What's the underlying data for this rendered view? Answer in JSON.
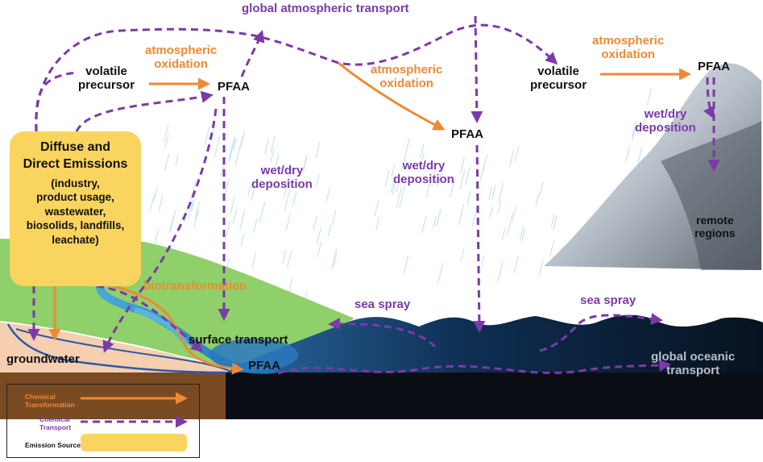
{
  "labels": {
    "global_atmospheric_transport": "global atmospheric transport",
    "atmospheric_oxidation_1": [
      "atmospheric",
      "oxidation"
    ],
    "atmospheric_oxidation_2": [
      "atmospheric",
      "oxidation"
    ],
    "atmospheric_oxidation_3": [
      "atmospheric",
      "oxidation"
    ],
    "volatile_precursor_left": [
      "volatile",
      "precursor"
    ],
    "volatile_precursor_right": [
      "volatile",
      "precursor"
    ],
    "pfaa_upper_left": "PFAA",
    "pfaa_middle": "PFAA",
    "pfaa_upper_right": "PFAA",
    "pfaa_surface": "PFAA",
    "wet_dry_deposition_left": [
      "wet/dry",
      "deposition"
    ],
    "wet_dry_deposition_middle": [
      "wet/dry",
      "deposition"
    ],
    "wet_dry_deposition_right": [
      "wet/dry",
      "deposition"
    ],
    "remote_regions": [
      "remote",
      "regions"
    ],
    "biotransformation": "biotransformation",
    "sea_spray_left": "sea spray",
    "sea_spray_right": "sea spray",
    "surface_transport": "surface transport",
    "groundwater": "groundwater",
    "global_oceanic_transport": [
      "global oceanic",
      "transport"
    ]
  },
  "emission_box": {
    "title": [
      "Diffuse and",
      "Direct Emissions"
    ],
    "detail": [
      "(industry,",
      "product usage,",
      "wastewater,",
      "biosolids, landfills,",
      "leachate)"
    ]
  },
  "legend": {
    "chemical_transformation": [
      "Chemical",
      "Transformation"
    ],
    "chemical_transport": [
      "Chemical",
      "Transport"
    ],
    "emission_source": "Emission Source"
  },
  "colors": {
    "transformation_arrow": "#ee8a33",
    "transport_arrow": "#7b3aa8",
    "emission_source": "#f9d45f",
    "land_green": "#8fd06a",
    "ocean_dark": "#0f2a4a",
    "soil_brown": "#7a4a22",
    "groundwater_peach": "#f6cfb0"
  }
}
